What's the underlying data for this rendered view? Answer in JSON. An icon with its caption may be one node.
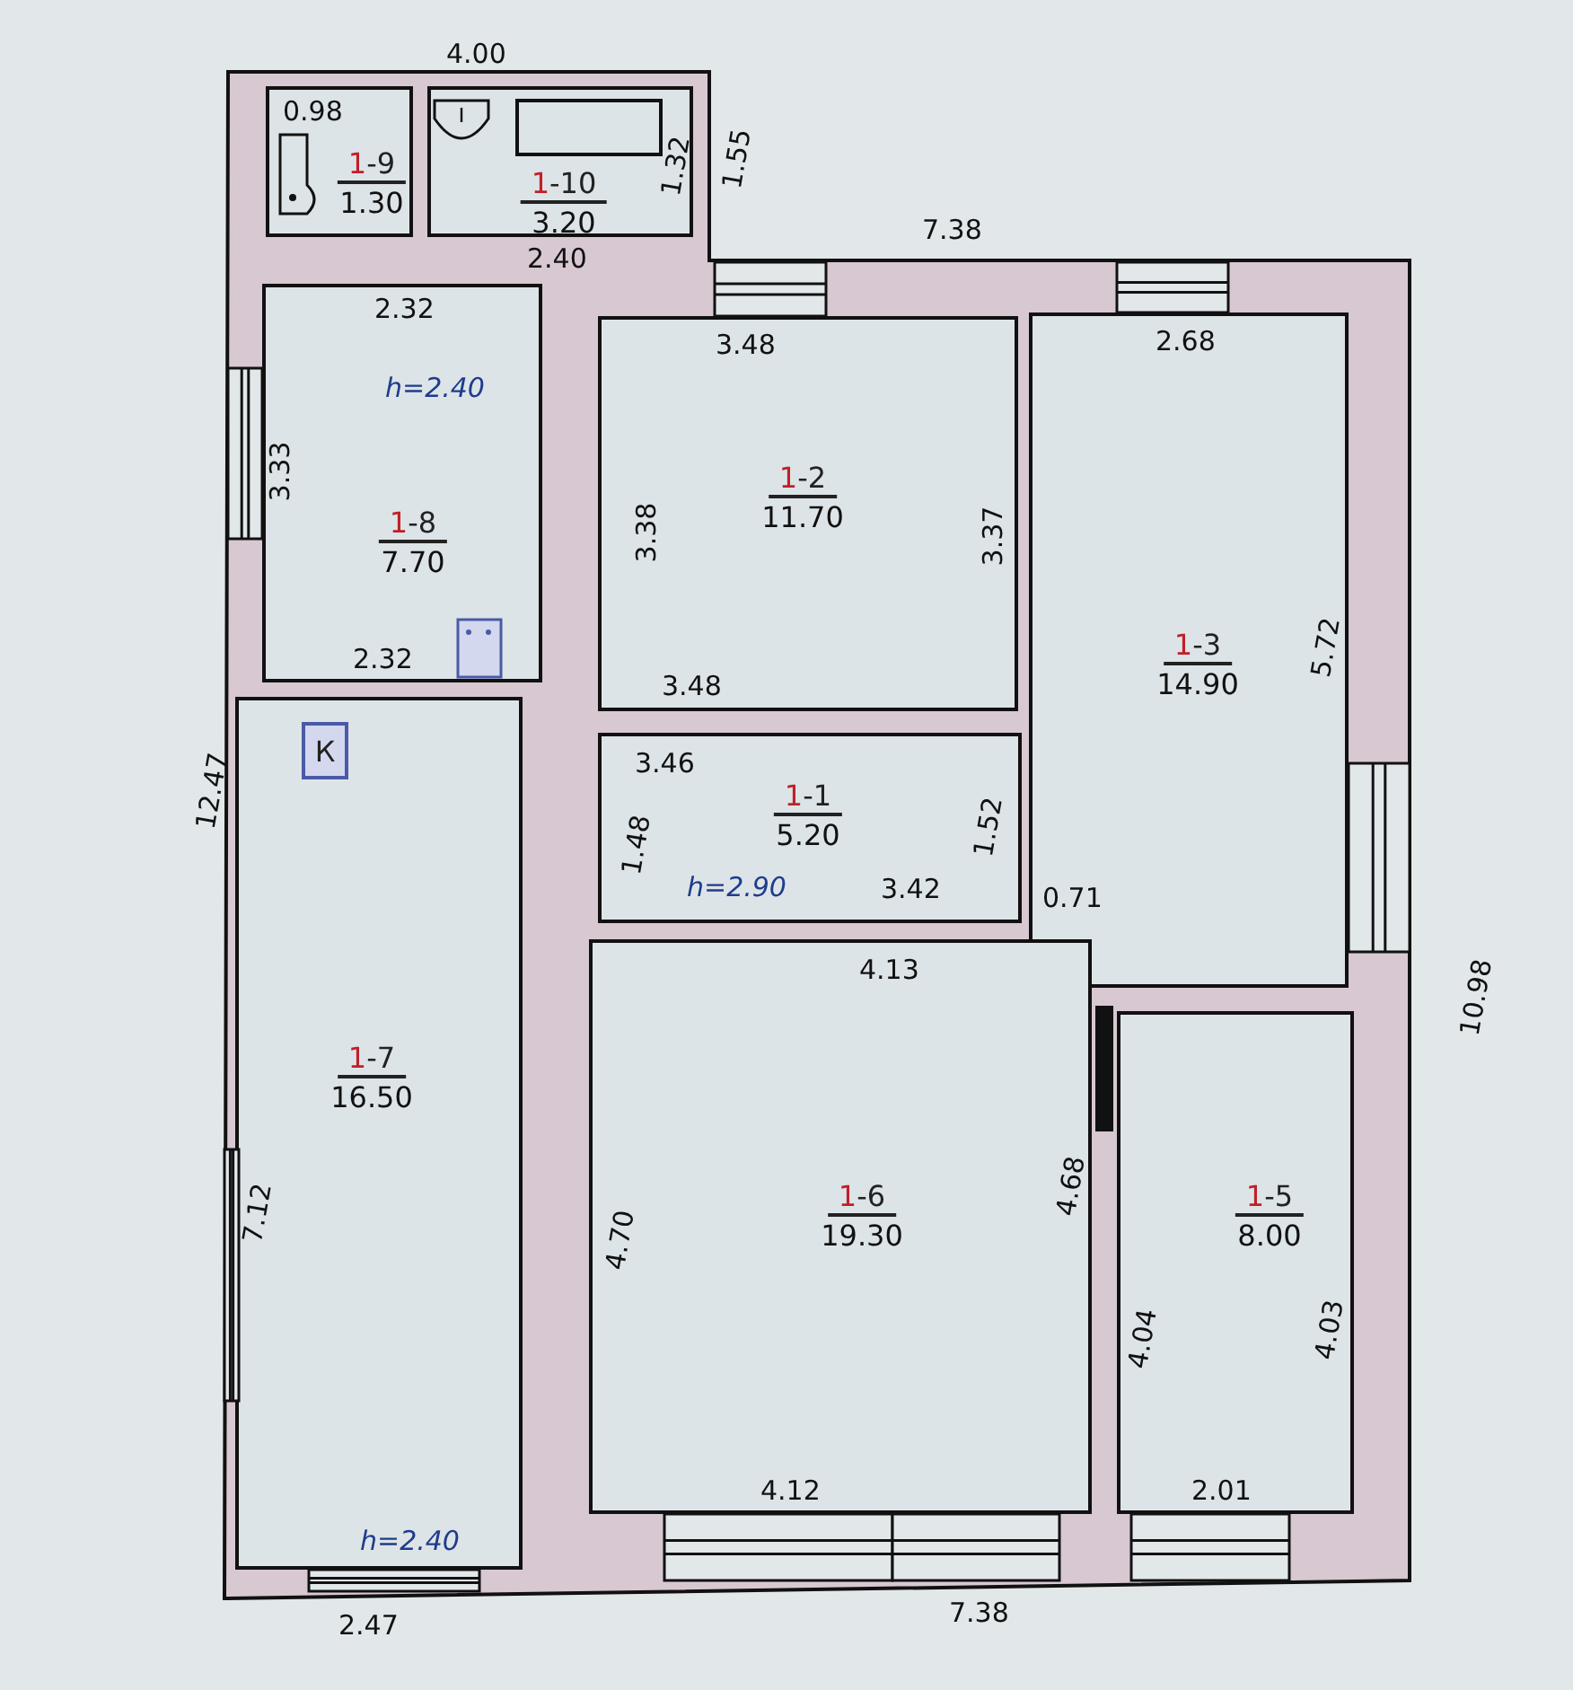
{
  "diagram": {
    "nodes": [
      {
        "text": [
          "1-9",
          "1.30"
        ]
      },
      {
        "text": [
          "1-10",
          "3.20"
        ]
      },
      {
        "text": [
          "1-8",
          "7.70"
        ]
      },
      {
        "text": [
          "1-2",
          "11.70"
        ]
      },
      {
        "text": [
          "1-3",
          "14.90"
        ]
      },
      {
        "text": [
          "1-1",
          "5.20"
        ]
      },
      {
        "text": [
          "1-7",
          "16.50"
        ]
      },
      {
        "text": [
          "1-6",
          "19.30"
        ]
      },
      {
        "text": [
          "1-5",
          "8.00"
        ]
      },
      {
        "text": [
          "К"
        ],
        "in": 6
      }
    ],
    "labels": [
      "4.00",
      "0.98",
      "1.32",
      "1.55",
      "2.40",
      "7.38",
      "2.32",
      "3.48",
      "2.68",
      "h=2.40",
      "3.33",
      "3.38",
      "3.37",
      "5.72",
      "2.32",
      "3.48",
      "3.46",
      "12.47",
      "1.48",
      "1.52",
      "h=2.90",
      "3.42",
      "0.71",
      "4.13",
      "10.98",
      "7.12",
      "4.68",
      "4.70",
      "4.04",
      "4.03",
      "4.12",
      "2.01",
      "h=2.40",
      "2.47",
      "7.38"
    ]
  }
}
